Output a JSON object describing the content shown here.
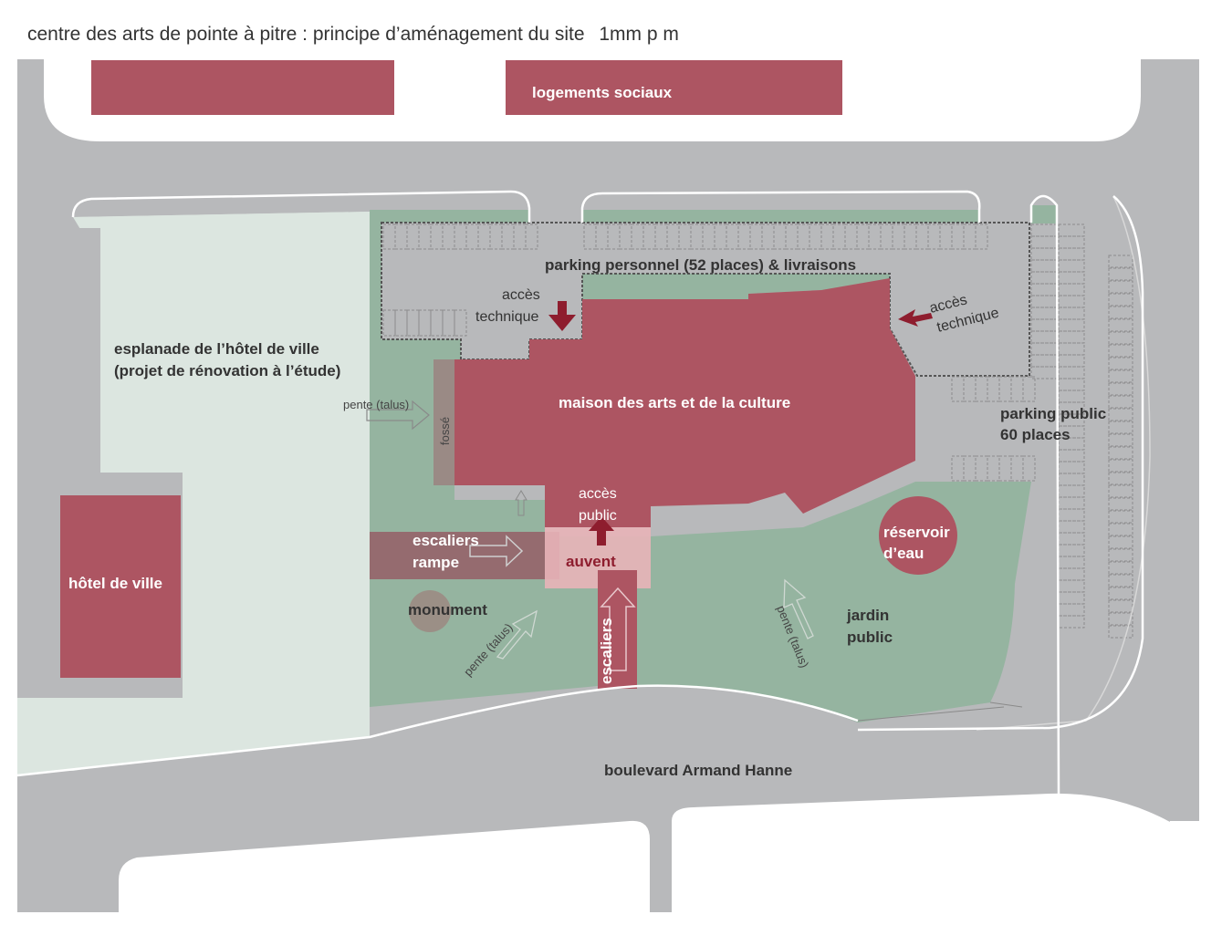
{
  "title": {
    "main": "centre des arts de pointe à pitre : principe d’aménagement du site",
    "scale": "1mm p m"
  },
  "labels": {
    "logements": "logements sociaux",
    "parking_personnel": "parking personnel (52 places)  & livraisons",
    "acces_technique_1a": "accès",
    "acces_technique_1b": "technique",
    "acces_technique_2a": "accès",
    "acces_technique_2b": "technique",
    "esplanade_1": "esplanade de l’hôtel de ville",
    "esplanade_2": "(projet de rénovation à l’étude)",
    "maison": "maison des arts et de la culture",
    "pente_1": "pente (talus)",
    "fosse": "fossé",
    "parking_public_1": "parking public",
    "parking_public_2": "60 places",
    "acces_public_1": "accès",
    "acces_public_2": "public",
    "escaliers_rampe_1": "escaliers",
    "escaliers_rampe_2": "rampe",
    "auvent": "auvent",
    "reservoir_1": "réservoir",
    "reservoir_2": "d’eau",
    "hotel": "hôtel de ville",
    "monument": "monument",
    "pente_2": "pente (talus)",
    "escaliers": "escaliers",
    "pente_3": "pente (talus)",
    "jardin_1": "jardin",
    "jardin_2": "public",
    "boulevard": "boulevard Armand Hanne"
  },
  "colors": {
    "road": "#b8b9bb",
    "building": "#ad5562",
    "garden": "#95b4a0",
    "esplanade": "#dce6e0",
    "arrow": "#8e1d2e",
    "auvent": "#e8b4b8",
    "ramp": "#956b6f",
    "fosse": "#9a8a85",
    "monument": "#9b8f86"
  }
}
